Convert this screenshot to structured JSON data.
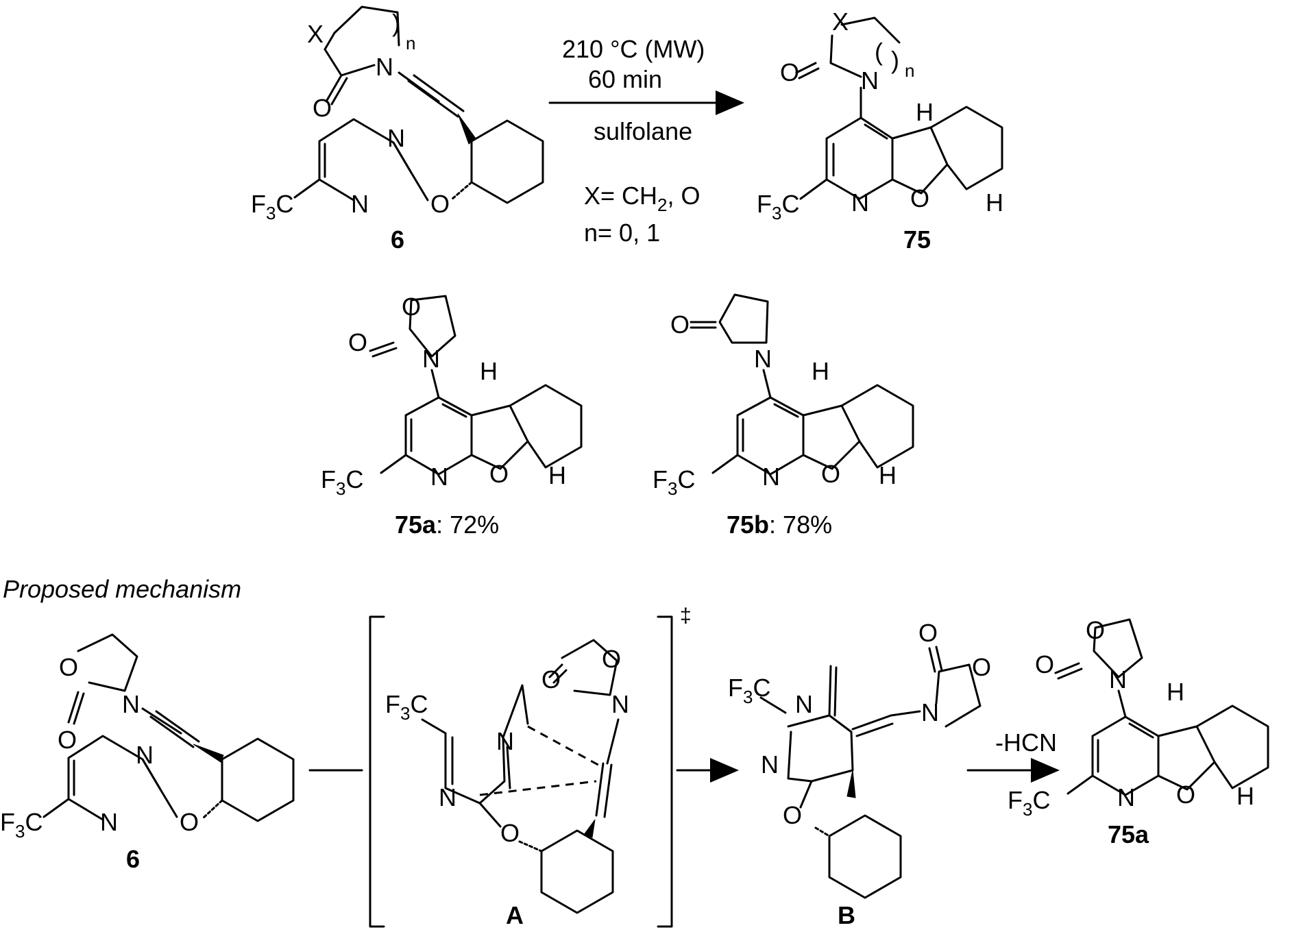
{
  "reaction": {
    "conditions_line1": "210 °C (MW)",
    "conditions_line2": "60 min",
    "solvent": "sulfolane",
    "x_def": "X= CH",
    "x_def_sub": "2",
    "x_def_tail": ", O",
    "n_def": "n= 0, 1"
  },
  "compounds": {
    "start": "6",
    "product": "75",
    "ex_a_id": "75a",
    "ex_a_yield": ": 72%",
    "ex_b_id": "75b",
    "ex_b_yield": ": 78%",
    "ts": "A",
    "intermediate": "B",
    "final": "75a"
  },
  "mechanism": {
    "heading": "Proposed mechanism",
    "ts_mark": "‡",
    "elimination": "-HCN"
  },
  "atoms": {
    "X": "X",
    "N": "N",
    "O": "O",
    "H": "H",
    "F3C_F": "F",
    "F3C_3": "3",
    "F3C_C": "C",
    "n": "n"
  }
}
